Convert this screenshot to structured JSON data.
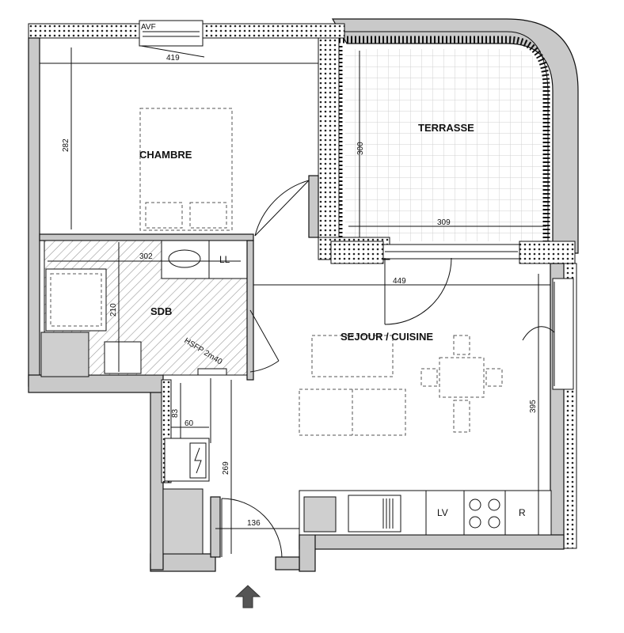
{
  "rooms": {
    "chambre": "CHAMBRE",
    "terrasse": "TERRASSE",
    "sdb": "SDB",
    "sejour": "SEJOUR / CUISINE"
  },
  "dimensions": {
    "chambre_width": "419",
    "chambre_height": "282",
    "terrasse_height": "300",
    "terrasse_width": "309",
    "sdb_width": "302",
    "sdb_height": "210",
    "sejour_width": "449",
    "sejour_height": "395",
    "hall_small": "83",
    "cupboard_width": "60",
    "hall_height": "269",
    "entry_width": "136"
  },
  "labels": {
    "avf": "AVF",
    "ll": "LL",
    "hsfp": "HSFP 2m40",
    "lv": "LV",
    "r": "R"
  },
  "colors": {
    "wall_fill": "#c9c9c9",
    "hatch": "#9a9a9a",
    "arrow": "#555555"
  },
  "icons": {
    "entrance": "entrance-arrow-icon",
    "electric_panel": "electric-panel-icon"
  }
}
